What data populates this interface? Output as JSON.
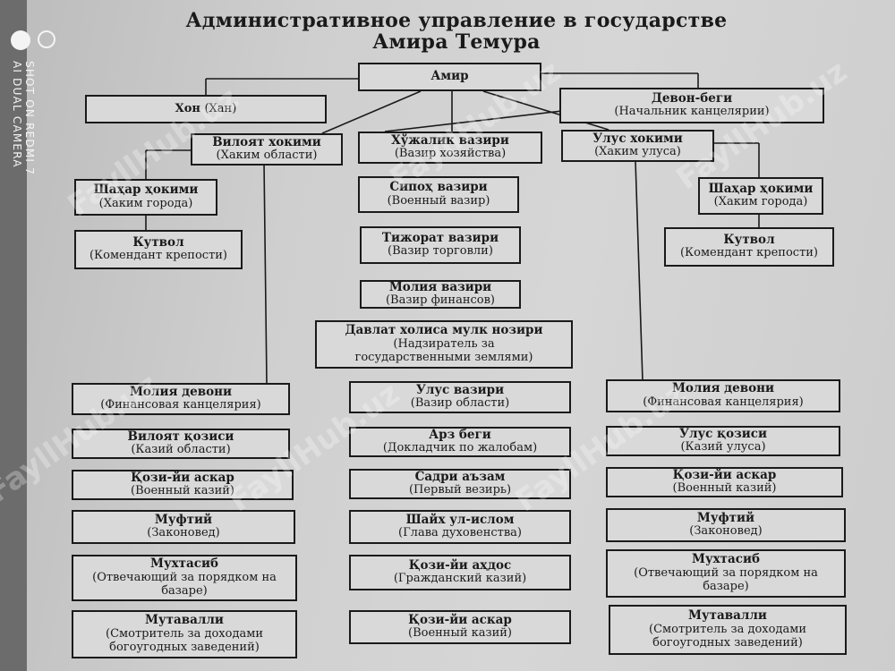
{
  "title": {
    "line1": "Административное управление в государстве",
    "line2": "Амира Темура"
  },
  "watermarks": {
    "camera_line1": "SHOT ON REDMI 7",
    "camera_line2": "AI DUAL CAMERA",
    "site": "FayllHub.uz"
  },
  "boxes": {
    "amir": {
      "t": "Амир"
    },
    "khon": {
      "t": "Хон",
      "s": "(Хан)"
    },
    "devon_begi": {
      "t": "Девон-беги",
      "s": "(Начальник канцелярии)"
    },
    "viloyat_hokimi": {
      "t": "Вилоят хокими",
      "s": "(Хаким области)"
    },
    "khujalik_vaziri": {
      "t": "Хўжалик вазири",
      "s": "(Вазир хозяйства)"
    },
    "ulus_hokimi": {
      "t": "Улус хокими",
      "s": "(Хаким улуса)"
    },
    "shahar_left": {
      "t": "Шаҳар ҳокими",
      "s": "(Хаким города)"
    },
    "shahar_right": {
      "t": "Шаҳар ҳокими",
      "s": "(Хаким города)"
    },
    "kutvol_left": {
      "t": "Кутвол",
      "s": "(Комендант крепости)"
    },
    "kutvol_right": {
      "t": "Кутвол",
      "s": "(Комендант крепости)"
    },
    "sipoh_vaziri": {
      "t": "Сипоҳ вазири",
      "s": "(Военный вазир)"
    },
    "tijorat_vaziri": {
      "t": "Тижорат вазири",
      "s": "(Вазир торговли)"
    },
    "moliya_vaziri": {
      "t": "Молия вазири",
      "s": "(Вазир финансов)"
    },
    "davlat_nozir": {
      "t": "Давлат холиса мулк нозири",
      "s": "(Надзиратель за государственными землями)"
    },
    "moliya_devoni_left": {
      "t": "Молия девони",
      "s": "(Финансовая канцелярия)"
    },
    "ulus_vaziri": {
      "t": "Улус вазири",
      "s": "(Вазир области)"
    },
    "moliya_devoni_right": {
      "t": "Молия девони",
      "s": "(Финансовая канцелярия)"
    },
    "viloyat_qozisi": {
      "t": "Вилоят қозиси",
      "s": "(Казий области)"
    },
    "arz_begi": {
      "t": "Арз беги",
      "s": "(Докладчик по жалобам)"
    },
    "ulus_qozisi": {
      "t": "Улус қозиси",
      "s": "(Казий улуса)"
    },
    "qozi_askar_left": {
      "t": "Қози-йи аскар",
      "s": "(Военный казий)"
    },
    "sadri_azam": {
      "t": "Садри аъзам",
      "s": "(Первый везирь)"
    },
    "qozi_askar_right": {
      "t": "Қози-йи аскар",
      "s": "(Военный казий)"
    },
    "muftiy_left": {
      "t": "Муфтий",
      "s": "(Законовед)"
    },
    "shayx_ul_islom": {
      "t": "Шайх ул-ислом",
      "s": "(Глава духовенства)"
    },
    "muftiy_right": {
      "t": "Муфтий",
      "s": "(Законовед)"
    },
    "muhtasib_left": {
      "t": "Мухтасиб",
      "s": "(Отвечающий за порядком на базаре)"
    },
    "qozi_ahdos": {
      "t": "Қози-йи аҳдос",
      "s": "(Гражданский казий)"
    },
    "muhtasib_right": {
      "t": "Мухтасиб",
      "s": "(Отвечающий за порядком на базаре)"
    },
    "mutavalli_left": {
      "t": "Мутавалли",
      "s": "(Смотритель за доходами богоугодных заведений)"
    },
    "qozi_askar_center": {
      "t": "Қози-йи аскар",
      "s": "(Военный казий)"
    },
    "mutavalli_right": {
      "t": "Мутавалли",
      "s": "(Смотритель за доходами богоугодных заведений)"
    }
  }
}
